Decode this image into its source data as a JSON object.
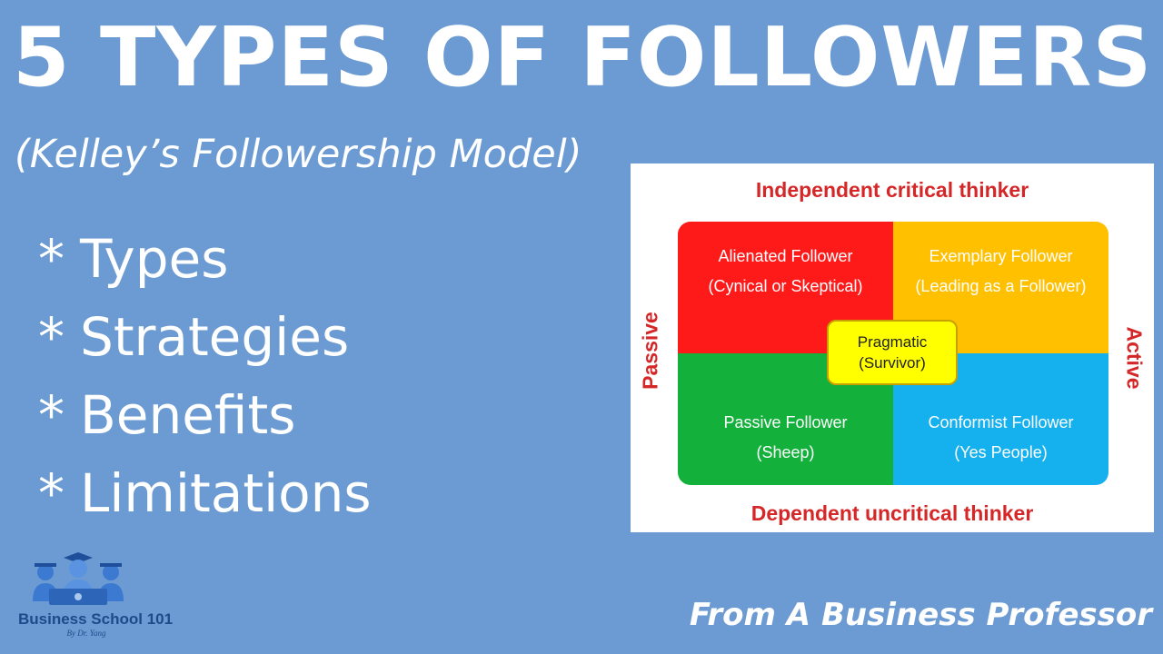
{
  "title": "5 TYPES OF FOLLOWERS",
  "subtitle": "(Kelley’s Followership Model)",
  "topics": [
    "Types",
    "Strategies",
    "Benefits",
    "Limitations"
  ],
  "bullet_symbol": "*",
  "diagram": {
    "axis_top": "Independent critical thinker",
    "axis_bottom": "Dependent uncritical thinker",
    "axis_left": "Passive",
    "axis_right": "Active",
    "quadrants": {
      "alienated": {
        "name": "Alienated Follower",
        "desc": "(Cynical or Skeptical)",
        "color": "#ff1a1a"
      },
      "exemplary": {
        "name": "Exemplary Follower",
        "desc": "(Leading as a Follower)",
        "color": "#ffc000"
      },
      "passive": {
        "name": "Passive Follower",
        "desc": "(Sheep)",
        "color": "#13b13b"
      },
      "conformist": {
        "name": "Conformist Follower",
        "desc": "(Yes People)",
        "color": "#15b0ee"
      }
    },
    "center": {
      "name": "Pragmatic",
      "desc": "(Survivor)",
      "color": "#ffff00"
    },
    "axis_color": "#d62728"
  },
  "logo": {
    "name": "Business School 101",
    "tagline": "By Dr. Yang",
    "icon": "graduates-logo-icon"
  },
  "footer": "From A Business Professor",
  "colors": {
    "background": "#6b9bd2",
    "text": "#ffffff"
  }
}
